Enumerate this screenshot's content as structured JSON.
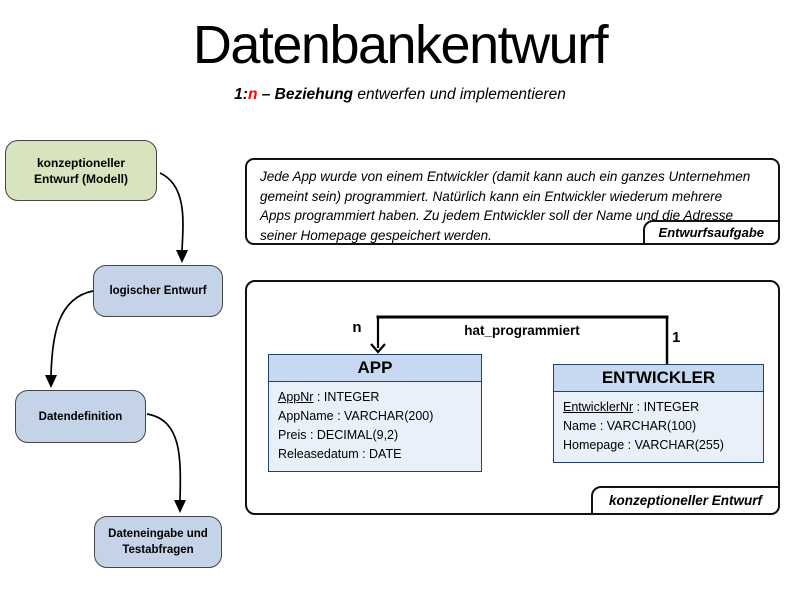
{
  "title": "Datenbankentwurf",
  "subtitle": {
    "bold_black": "1:",
    "bold_red": "n",
    "bold_tail": " – Beziehung",
    "normal_tail": " entwerfen und implementieren"
  },
  "flowchart": {
    "steps": [
      {
        "label": "konzeptioneller Entwurf (Modell)",
        "variant": "green"
      },
      {
        "label": "logischer Entwurf",
        "variant": "blue"
      },
      {
        "label": "Datendefinition",
        "variant": "blue"
      },
      {
        "label": "Dateneingabe und Testabfragen",
        "variant": "blue"
      }
    ]
  },
  "task_box": {
    "lines": [
      "Jede App wurde von einem Entwickler (damit kann auch ein ganzes Unternehmen",
      "gemeint sein) programmiert. Natürlich kann ein Entwickler wiederum mehrere",
      "Apps programmiert haben. Zu jedem Entwickler soll der Name und die Adresse",
      "seiner Homepage gespeichert werden."
    ],
    "tag": "Entwurfsaufgabe"
  },
  "er_diagram": {
    "tag": "konzeptioneller Entwurf",
    "separator": " : ",
    "relationship": {
      "label": "hat_programmiert",
      "left_cardinality": "n",
      "right_cardinality": "1"
    },
    "entities": [
      {
        "name": "APP",
        "attributes": [
          {
            "name": "AppNr",
            "type": "INTEGER",
            "primary": true
          },
          {
            "name": "AppName",
            "type": "VARCHAR(200)",
            "primary": false
          },
          {
            "name": "Preis",
            "type": "DECIMAL(9,2)",
            "primary": false
          },
          {
            "name": "Releasedatum",
            "type": "DATE",
            "primary": false
          }
        ]
      },
      {
        "name": "ENTWICKLER",
        "attributes": [
          {
            "name": "EntwicklerNr",
            "type": "INTEGER",
            "primary": true
          },
          {
            "name": "Name",
            "type": "VARCHAR(100)",
            "primary": false
          },
          {
            "name": "Homepage",
            "type": "VARCHAR(255)",
            "primary": false
          }
        ]
      }
    ]
  },
  "colors": {
    "accent_red": "#ff0000",
    "green_box_fill": "#d7e4bd",
    "blue_box_fill": "#c4d3e7",
    "entity_header_fill": "#c6d9f1",
    "entity_body_fill": "#e9f0f9",
    "entity_border": "#24436c"
  }
}
